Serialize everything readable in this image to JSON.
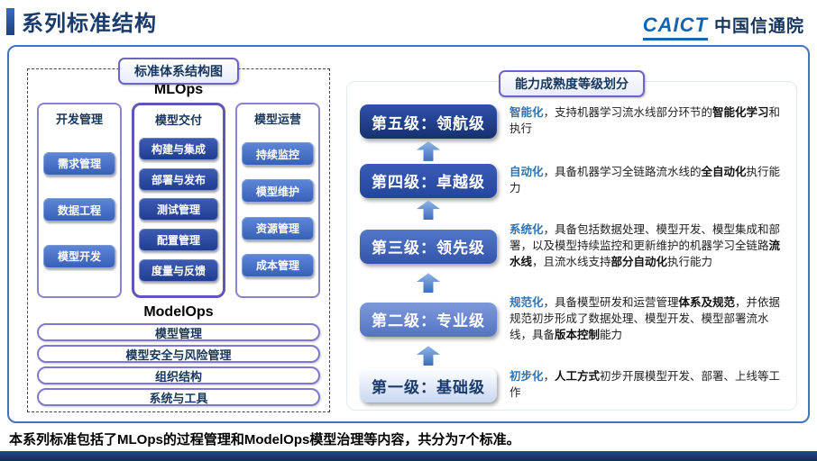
{
  "header": {
    "title": "系列标准结构",
    "logo": {
      "caict": "CAICT",
      "name": "中国信通院"
    }
  },
  "left_panel": {
    "badge": "标准体系结构图",
    "mlops_label": "MLOps",
    "columns": [
      {
        "title": "开发管理",
        "items": [
          "需求管理",
          "数据工程",
          "模型开发"
        ]
      },
      {
        "title": "模型交付",
        "items": [
          "构建与集成",
          "部署与发布",
          "测试管理",
          "配置管理",
          "度量与反馈"
        ]
      },
      {
        "title": "模型运营",
        "items": [
          "持续监控",
          "模型维护",
          "资源管理",
          "成本管理"
        ]
      }
    ],
    "modelops_label": "ModelOps",
    "modelops_bars": [
      "模型管理",
      "模型安全与风险管理",
      "组织结构",
      "系统与工具"
    ]
  },
  "right_panel": {
    "badge": "能力成熟度等级划分",
    "levels": [
      {
        "label": "第五级：领航级",
        "bg": "linear-gradient(180deg,#2E51AC,#17316F)",
        "fg": "#FFFFFF",
        "desc": [
          {
            "t": "智能化",
            "s": "kw"
          },
          {
            "t": "，支持机器学习流水线部分环节的",
            "s": ""
          },
          {
            "t": "智能化学习",
            "s": "b"
          },
          {
            "t": "和执行",
            "s": ""
          }
        ]
      },
      {
        "label": "第四级：卓越级",
        "bg": "linear-gradient(180deg,#3A5CB8,#24459C)",
        "fg": "#FFFFFF",
        "desc": [
          {
            "t": "自动化",
            "s": "kw"
          },
          {
            "t": "，具备机器学习全链路流水线的",
            "s": ""
          },
          {
            "t": "全自动化",
            "s": "b"
          },
          {
            "t": "执行能力",
            "s": ""
          }
        ]
      },
      {
        "label": "第三级：领先级",
        "bg": "linear-gradient(180deg,#5377C8,#3355AA)",
        "fg": "#FFFFFF",
        "desc": [
          {
            "t": "系统化",
            "s": "kw"
          },
          {
            "t": "，具备包括数据处理、模型开发、模型集成和部署，以及模型持续监控和更新维护的机器学习全链路",
            "s": ""
          },
          {
            "t": "流水线",
            "s": "b"
          },
          {
            "t": "，且流水线支持",
            "s": ""
          },
          {
            "t": "部分自动化",
            "s": "b"
          },
          {
            "t": "执行能力",
            "s": ""
          }
        ]
      },
      {
        "label": "第二级：专业级",
        "bg": "linear-gradient(180deg,#7E99DA,#5374C4)",
        "fg": "#FFFFFF",
        "desc": [
          {
            "t": "规范化",
            "s": "kw"
          },
          {
            "t": "，具备模型研发和运营管理",
            "s": ""
          },
          {
            "t": "体系及规范",
            "s": "b"
          },
          {
            "t": "，并依据规范初步形成了数据处理、模型开发、模型部署流水线，具备",
            "s": ""
          },
          {
            "t": "版本控制",
            "s": "b"
          },
          {
            "t": "能力",
            "s": ""
          }
        ]
      },
      {
        "label": "第一级：基础级",
        "bg": "linear-gradient(180deg,#FFFFFF,#C9D7F2)",
        "fg": "#1A3B6E",
        "desc": [
          {
            "t": "初步化",
            "s": "kw"
          },
          {
            "t": "，",
            "s": ""
          },
          {
            "t": "人工方式",
            "s": "b"
          },
          {
            "t": "初步开展模型开发、部署、上线等工作",
            "s": ""
          }
        ]
      }
    ]
  },
  "footer": {
    "text": "本系列标准包括了MLOps的过程管理和ModelOps模型治理等内容，共分为7个标准。"
  },
  "colors": {
    "accent_blue": "#4472C4",
    "navy": "#17365D",
    "keyword_blue": "#2E74B5",
    "item_blue": "#3760B8",
    "item_dark_blue": "#203E90",
    "purple_border": "#6E63C8",
    "bottom_bar": "#152C56"
  }
}
